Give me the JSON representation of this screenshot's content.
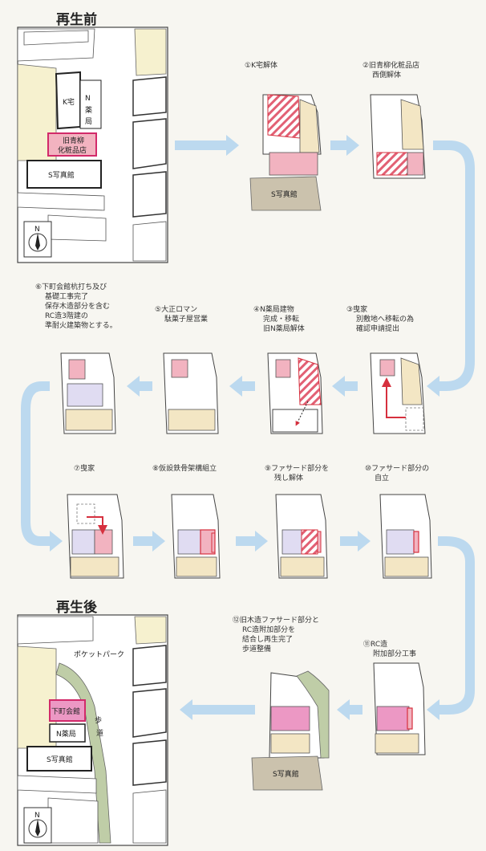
{
  "before": {
    "title": "再生前",
    "labels": {
      "k_house": "K宅",
      "n_pharmacy": "N薬局",
      "cosmetics": "旧青柳\n化粧品店",
      "s_photo": "S写真館"
    },
    "north": "N"
  },
  "after": {
    "title": "再生後",
    "labels": {
      "pocket_park": "ポケットパーク",
      "shitamachi": "下町会館",
      "n_pharmacy": "N薬局",
      "s_photo": "S写真館",
      "walkway": "歩道"
    },
    "north": "N"
  },
  "steps": [
    {
      "num": "①",
      "text": [
        "K宅解体"
      ]
    },
    {
      "num": "②",
      "text": [
        "旧青柳化粧品店",
        "西側解体"
      ]
    },
    {
      "num": "③",
      "text": [
        "曳家",
        "別敷地へ移転の為",
        "確認申請提出"
      ]
    },
    {
      "num": "④",
      "text": [
        "N薬局建物",
        "完成・移転",
        "旧N薬局解体"
      ]
    },
    {
      "num": "⑤",
      "text": [
        "大正ロマン",
        "駄菓子屋営業"
      ]
    },
    {
      "num": "⑥",
      "text": [
        "下町会館杭打ち及び",
        "基礎工事完了",
        "保存木造部分を含む",
        "RC造3階建の",
        "準耐火建築物とする。"
      ]
    },
    {
      "num": "⑦",
      "text": [
        "曳家"
      ]
    },
    {
      "num": "⑧",
      "text": [
        "仮設鉄骨架構組立"
      ]
    },
    {
      "num": "⑨",
      "text": [
        "ファサード部分を",
        "残し解体"
      ]
    },
    {
      "num": "⑩",
      "text": [
        "ファサード部分の",
        "自立"
      ]
    },
    {
      "num": "⑪",
      "text": [
        "RC造",
        "附加部分工事"
      ]
    },
    {
      "num": "⑫",
      "text": [
        "旧木造ファサード部分と",
        "RC造附加部分を",
        "結合し再生完了",
        "歩道整備"
      ]
    }
  ],
  "step1_photo": "S写真館",
  "step12_photo": "S写真館",
  "colors": {
    "arrow": "#bcd9ef",
    "pink": "#f2b3c0",
    "magenta": "#ec98c4",
    "cream": "#f3e6c4",
    "lavender": "#e0dcf2",
    "red": "#d6303e",
    "hatch": "#e26074",
    "gray_photo": "#cbc2ad",
    "road_green": "#bfcda7",
    "map_yellow": "#f6f1cf"
  }
}
